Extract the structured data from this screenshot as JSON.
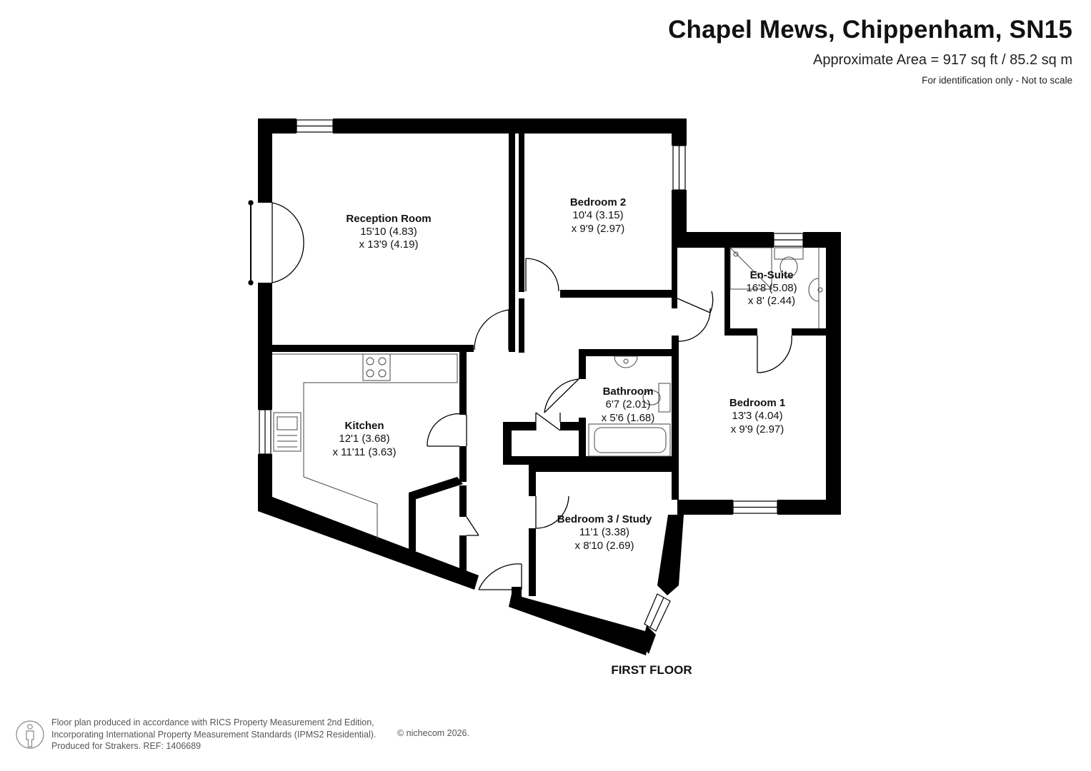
{
  "header": {
    "title": "Chapel Mews, Chippenham, SN15",
    "area": "Approximate Area = 917 sq ft / 85.2 sq m",
    "note": "For identification only - Not to scale"
  },
  "rooms": {
    "reception": {
      "name": "Reception Room",
      "dim1": "15'10 (4.83)",
      "dim2": "x 13'9 (4.19)"
    },
    "bedroom2": {
      "name": "Bedroom 2",
      "dim1": "10'4 (3.15)",
      "dim2": "x 9'9 (2.97)"
    },
    "ensuite": {
      "name": "En-Suite",
      "dim1": "16'8 (5.08)",
      "dim2": "x 8' (2.44)"
    },
    "bathroom": {
      "name": "Bathroom",
      "dim1": "6'7 (2.01)",
      "dim2": "x 5'6 (1.68)"
    },
    "bedroom1": {
      "name": "Bedroom 1",
      "dim1": "13'3 (4.04)",
      "dim2": "x 9'9 (2.97)"
    },
    "kitchen": {
      "name": "Kitchen",
      "dim1": "12'1 (3.68)",
      "dim2": "x 11'11 (3.63)"
    },
    "bedroom3": {
      "name": "Bedroom 3 / Study",
      "dim1": "11'1 (3.38)",
      "dim2": "x 8'10 (2.69)"
    }
  },
  "floor_label": "FIRST FLOOR",
  "footer": {
    "line1": "Floor plan produced in accordance with RICS Property Measurement 2nd Edition,",
    "line2": "Incorporating International Property Measurement Standards (IPMS2 Residential).",
    "line3": "Produced for Strakers.   REF: 1406689",
    "copyright": "© nichecom 2026."
  },
  "colors": {
    "wall": "#000000",
    "fixture": "#444444",
    "text": "#111111",
    "footer_text": "#555555"
  },
  "icons": {
    "footer_logo": "person-outline-icon"
  }
}
